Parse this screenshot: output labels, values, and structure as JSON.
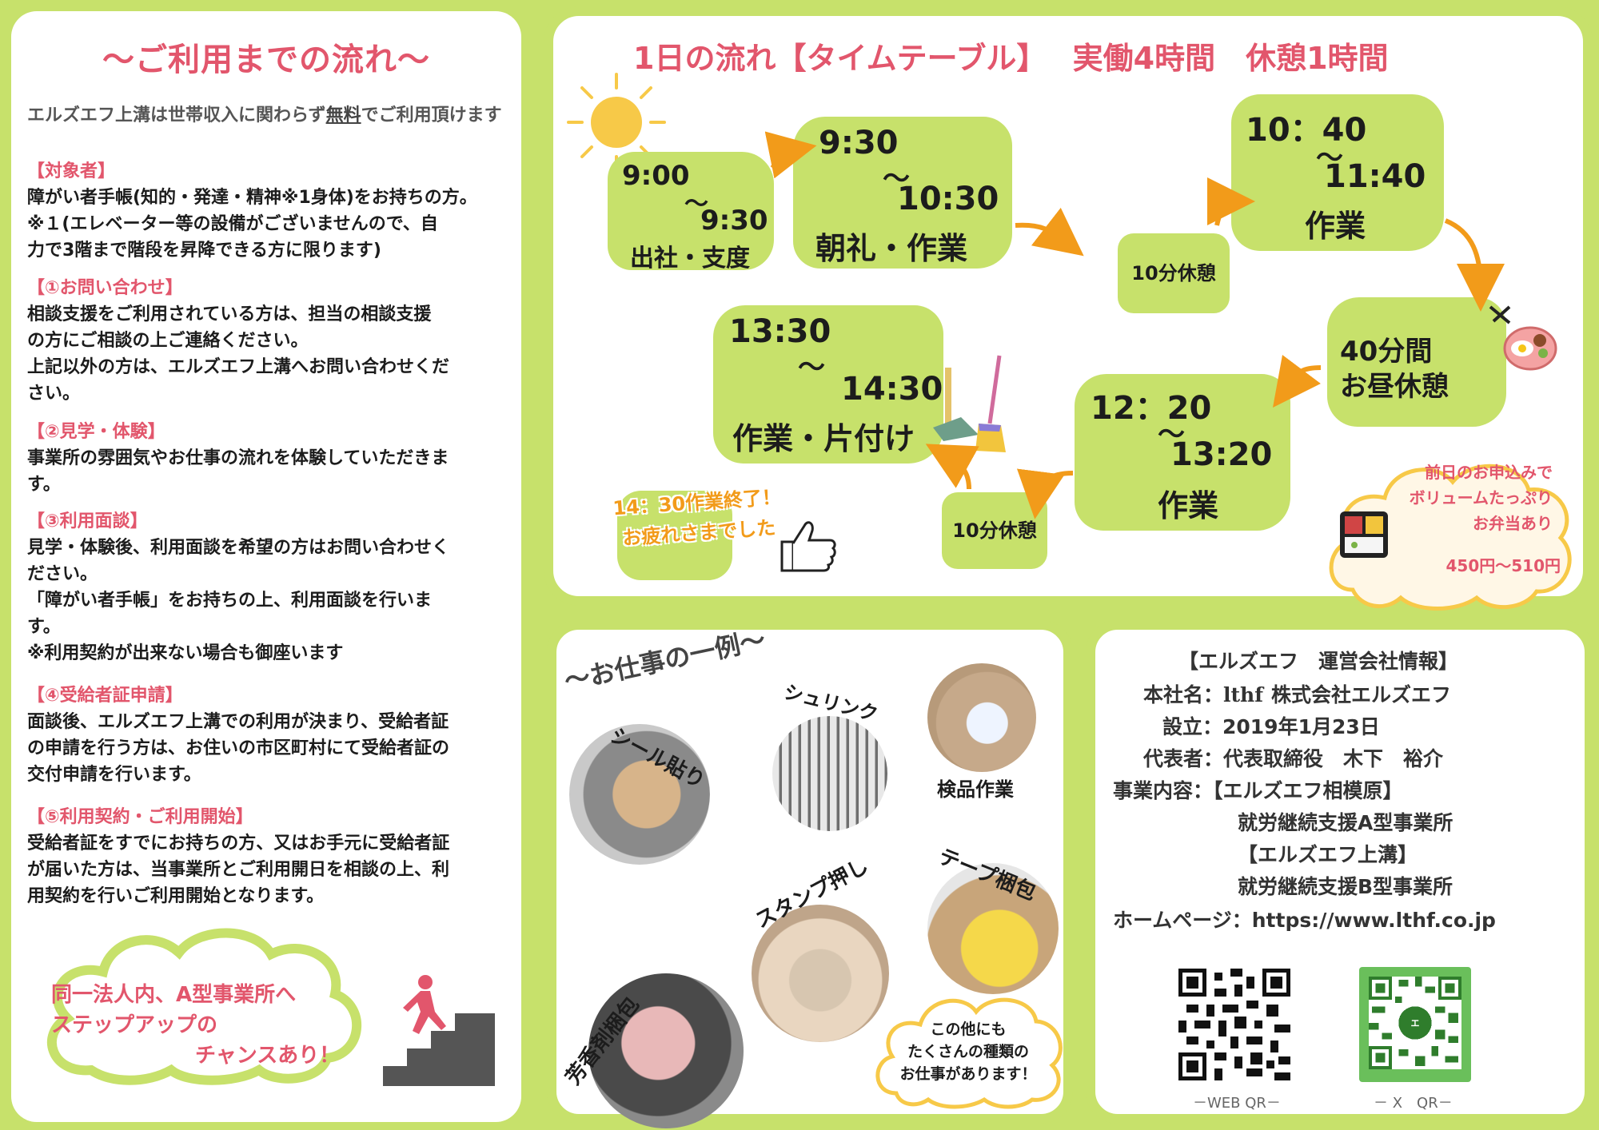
{
  "left": {
    "title": "〜ご利用までの流れ〜",
    "intro_a": "エルズエフ上溝は世帯収入に関わらず",
    "intro_free": "無料",
    "intro_b": "でご利用頂けます",
    "sections": [
      {
        "head": "【対象者】",
        "lines": [
          "障がい者手帳(知的・発達・精神※1身体)をお持ちの方。",
          "※１(エレベーター等の設備がございませんので、自",
          "力で3階まで階段を昇降できる方に限ります)"
        ]
      },
      {
        "head": "【①お問い合わせ】",
        "lines": [
          "相談支援をご利用されている方は、担当の相談支援",
          "の方にご相談の上ご連絡ください。",
          "上記以外の方は、エルズエフ上溝へお問い合わせくだ",
          "さい。"
        ]
      },
      {
        "head": "【②見学・体験】",
        "lines": [
          "事業所の雰囲気やお仕事の流れを体験していただきま",
          "す。"
        ]
      },
      {
        "head": "【③利用面談】",
        "lines": [
          "見学・体験後、利用面談を希望の方はお問い合わせく",
          "ださい。",
          "「障がい者手帳」をお持ちの上、利用面談を行いま",
          "す。",
          "※利用契約が出来ない場合も御座います"
        ]
      },
      {
        "head": "【④受給者証申請】",
        "lines": [
          "面談後、エルズエフ上溝での利用が決まり、受給者証",
          "の申請を行う方は、お住いの市区町村にて受給者証の",
          "交付申請を行います。"
        ]
      },
      {
        "head": "【⑤利用契約・ご利用開始】",
        "lines": [
          "受給者証をすでにお持ちの方、又はお手元に受給者証",
          "が届いた方は、当事業所とご利用開日を相談の上、利",
          "用契約を行いご利用開始となります。"
        ]
      }
    ],
    "cloud_lines": [
      "同一法人内、A型事業所へ",
      "ステップアップの",
      "チャンスあり！"
    ]
  },
  "timetable": {
    "title": "1日の流れ【タイムテーブル】　 実働4時間　休憩1時間",
    "slots": [
      {
        "start": "9:00",
        "end": "9:30",
        "label": "出社・支度"
      },
      {
        "start": "9:30",
        "end": "10:30",
        "label": "朝礼・作業"
      },
      {
        "start": "10：40",
        "end": "11:40",
        "label": "作業"
      },
      {
        "start": "40分間",
        "end": "お昼休憩",
        "label": ""
      },
      {
        "start": "12：20",
        "end": "13:20",
        "label": "作業"
      },
      {
        "start": "13:30",
        "end": "14:30",
        "label": "作業・片付け"
      }
    ],
    "wave": "〜",
    "break1": "10分休憩",
    "break2": "10分休憩",
    "end_note": [
      "14：30作業終了！",
      "お疲れさまでした"
    ],
    "bento_lines": [
      "前日のお申込みで",
      "ボリュームたっぷり",
      "お弁当あり"
    ],
    "bento_price": "450円〜510円"
  },
  "jobs": {
    "title": "〜お仕事の一例〜",
    "items": [
      "シール貼り",
      "シュリンク",
      "検品作業",
      "スタンプ押し",
      "テープ梱包",
      "芳香剤梱包"
    ],
    "cloud_lines": [
      "この他にも",
      "たくさんの種類の",
      "お仕事があります！"
    ]
  },
  "company": {
    "heading": "【エルズエフ　運営会社情報】",
    "name_label": "本社名：",
    "name_logo": "lthf",
    "name_value": "株式会社エルズエフ",
    "founded": "設立：2019年1月23日",
    "rep": "代表者：代表取締役　木下　裕介",
    "biz_label": "事業内容：【エルズエフ相模原】",
    "biz_1": "就労継続支援A型事業所",
    "biz_2h": "【エルズエフ上溝】",
    "biz_2": "就労継続支援B型事業所",
    "hp": "ホームページ：https://www.lthf.co.jp",
    "qr_web": "－WEB QR－",
    "qr_x": "－ X　QR－",
    "x_qr_badge": "エ"
  },
  "colors": {
    "accent_green": "#c7e16b",
    "pink": "#e2566c",
    "orange": "#f29b1a"
  }
}
